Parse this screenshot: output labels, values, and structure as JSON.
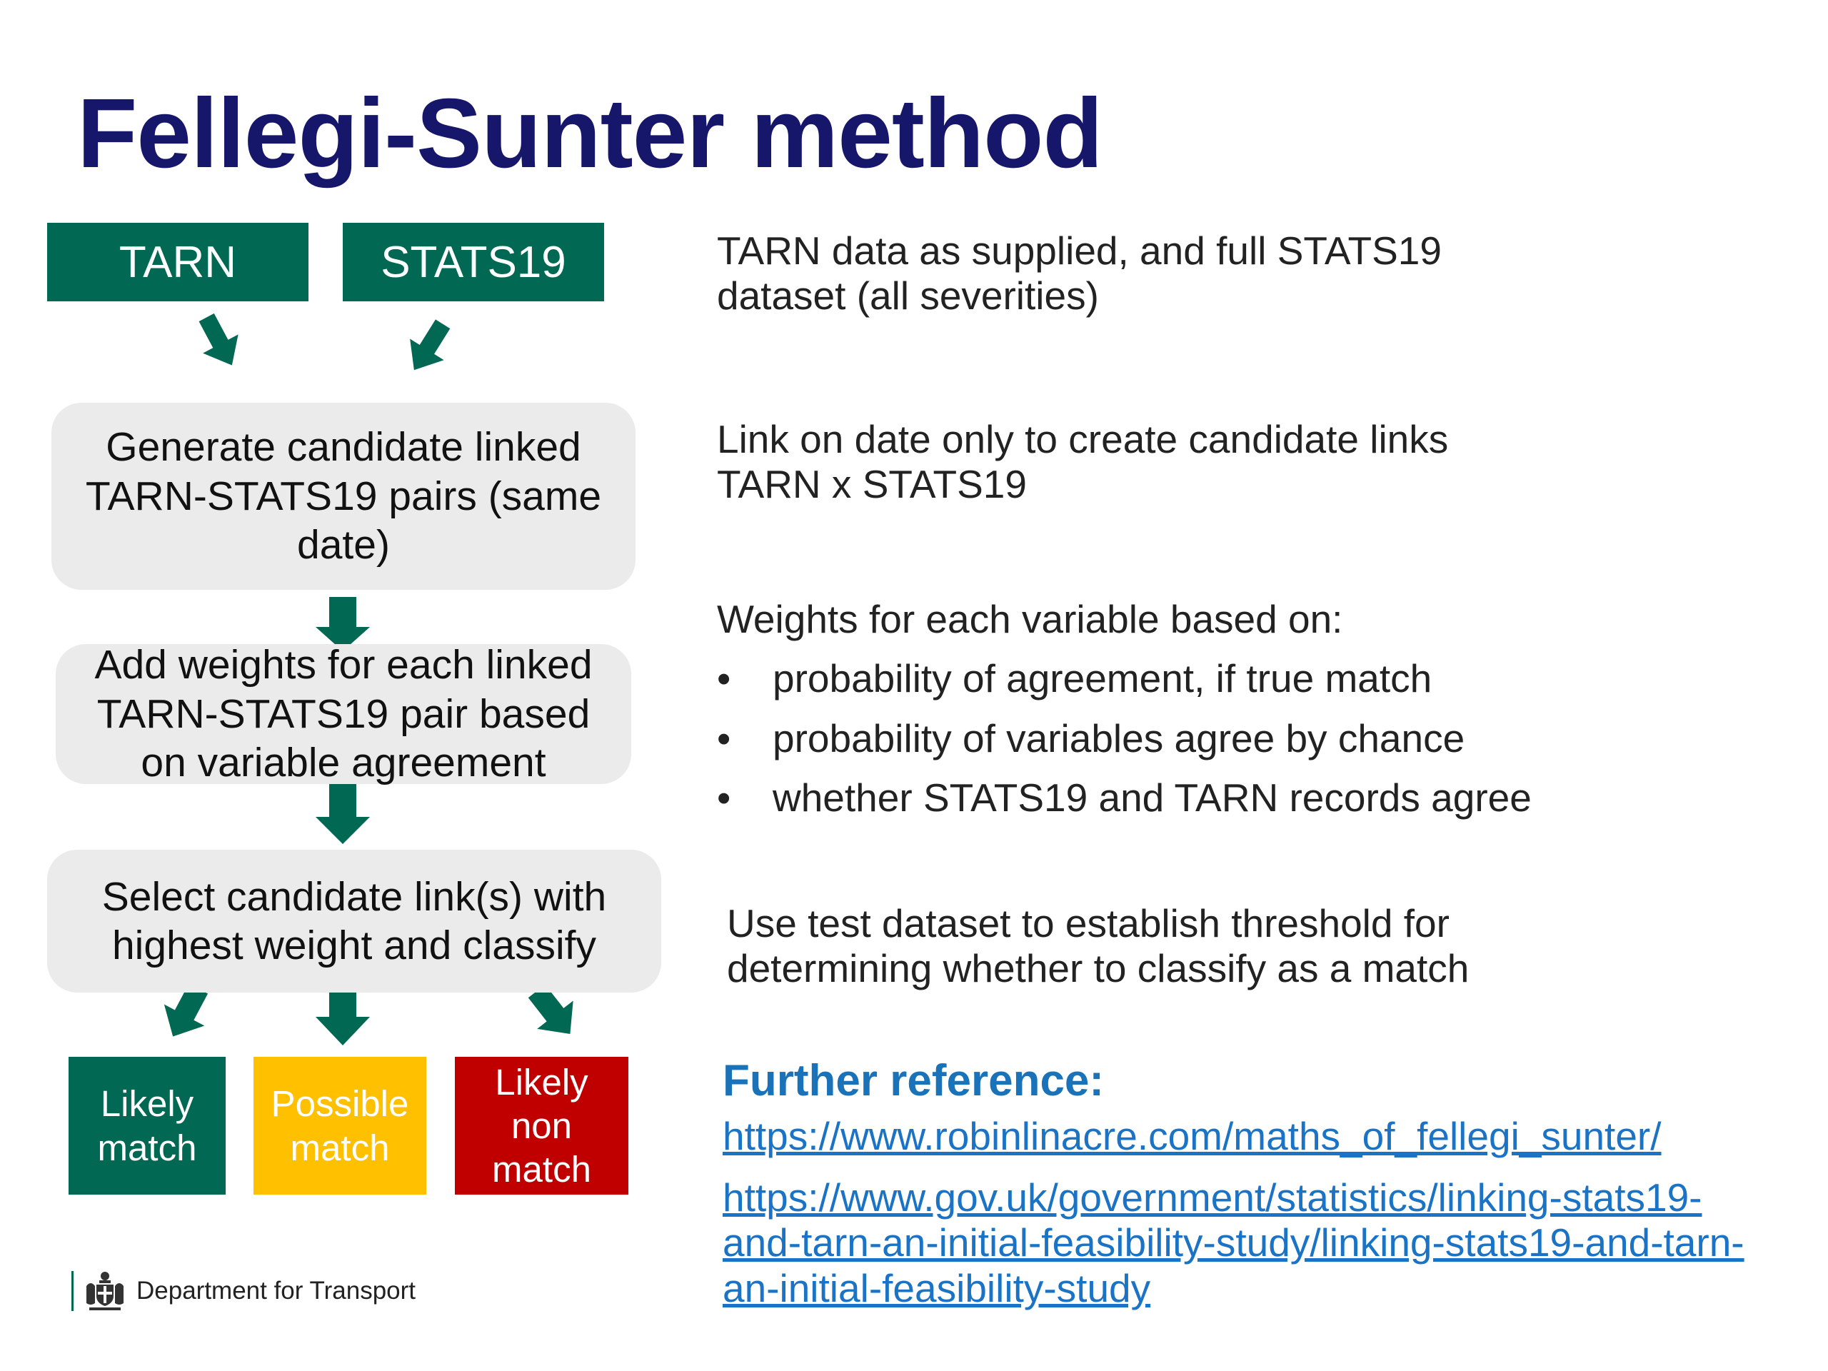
{
  "title": "Fellegi-Sunter method",
  "sources": [
    "TARN",
    "STATS19"
  ],
  "steps": [
    {
      "lines": [
        "Generate candidate linked",
        "TARN-STATS19 pairs (same",
        "date)"
      ]
    },
    {
      "lines": [
        "Add weights for each linked",
        "TARN-STATS19 pair based",
        "on variable agreement"
      ]
    },
    {
      "lines": [
        "Select candidate link(s) with",
        "highest weight and classify"
      ]
    }
  ],
  "outcomes": [
    {
      "lines": [
        "Likely",
        "match"
      ],
      "color": "#006853",
      "text_color": "#ffffff"
    },
    {
      "lines": [
        "Possible",
        "match"
      ],
      "color": "#ffc000",
      "text_color": "#ffffff"
    },
    {
      "lines": [
        "Likely",
        "non",
        "match"
      ],
      "color": "#c00000",
      "text_color": "#ffffff"
    }
  ],
  "descriptions": {
    "data": [
      "TARN data as supplied, and full STATS19",
      "dataset (all severities)"
    ],
    "link": [
      "Link on date only to create candidate links",
      "TARN x STATS19"
    ],
    "weights_intro": "Weights for each variable based on:",
    "weights_bullets": [
      "probability of agreement, if true match",
      "probability of variables agree by chance",
      "whether STATS19 and TARN records agree"
    ],
    "threshold": [
      "Use test dataset to establish threshold for",
      "determining whether to classify as a match"
    ]
  },
  "reference": {
    "heading": "Further reference:",
    "links": [
      {
        "lines": [
          "https://www.robinlinacre.com/maths_of_fellegi_sunter/"
        ]
      },
      {
        "lines": [
          "https://www.gov.uk/government/statistics/linking-stats19-",
          "and-tarn-an-initial-feasibility-study/linking-stats19-and-tarn-",
          "an-initial-feasibility-study"
        ]
      }
    ]
  },
  "footer": {
    "organisation": "Department for Transport",
    "logo_icon": "royal-crest-icon"
  },
  "colors": {
    "title": "#16166b",
    "brand_green": "#006853",
    "step_fill": "#ebebeb",
    "link": "#1a73c4",
    "reference_heading": "#1a73b8"
  }
}
